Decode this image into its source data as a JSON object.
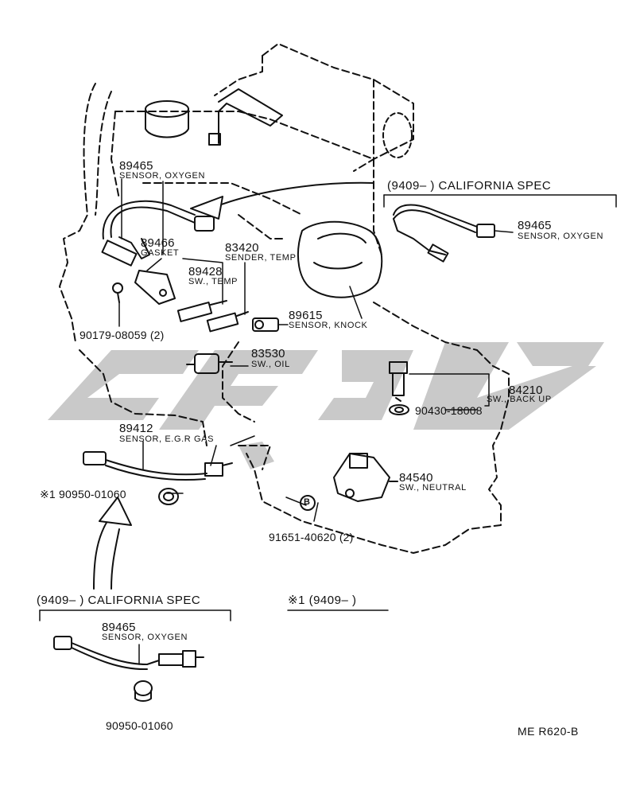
{
  "parts": {
    "p89465_top": {
      "number": "89465",
      "name": "SENSOR, OXYGEN"
    },
    "p89466": {
      "number": "89466",
      "name": "GASKET"
    },
    "p83420": {
      "number": "83420",
      "name": "SENDER, TEMP"
    },
    "p89428": {
      "number": "89428",
      "name": "SW., TEMP"
    },
    "p89615": {
      "number": "89615",
      "name": "SENSOR, KNOCK"
    },
    "p90179": {
      "number": "90179-08059 (2)"
    },
    "p83530": {
      "number": "83530",
      "name": "SW., OIL"
    },
    "p84210": {
      "number": "84210",
      "name": "SW., BACK UP"
    },
    "p90430": {
      "number": "90430-18008"
    },
    "p89412": {
      "number": "89412",
      "name": "SENSOR, E.G.R GAS"
    },
    "p90950_main": {
      "number": "※1 90950-01060"
    },
    "p84540": {
      "number": "84540",
      "name": "SW., NEUTRAL"
    },
    "p91651": {
      "number": "91651-40620 (2)"
    },
    "callout_b": "B",
    "box_right": {
      "header": "(9409–        ) CALIFORNIA SPEC",
      "part_number": "89465",
      "part_name": "SENSOR, OXYGEN"
    },
    "box_left": {
      "header": "(9409–        ) CALIFORNIA SPEC",
      "part_number": "89465",
      "part_name": "SENSOR, OXYGEN",
      "extra_number": "90950-01060"
    },
    "note1": "※1 (9409–        )"
  },
  "reference": "ME  R620-B",
  "watermark_color": "#c8c8c8"
}
